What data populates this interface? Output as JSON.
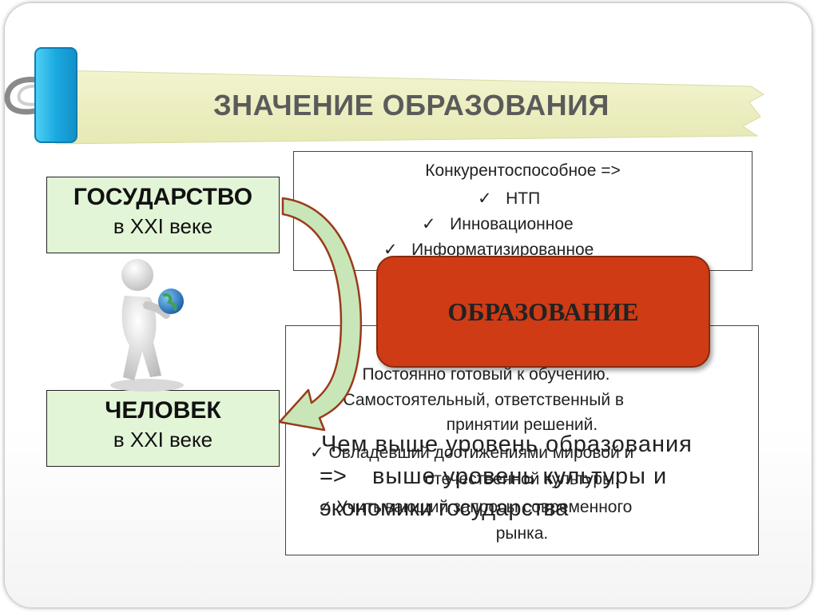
{
  "title": "ЗНАЧЕНИЕ ОБРАЗОВАНИЯ",
  "state_box": {
    "line1": "ГОСУДАРСТВО",
    "line2": "в XXI веке"
  },
  "person_box": {
    "line1": "ЧЕЛОВЕК",
    "line2": "в XXI веке"
  },
  "state_list": {
    "header": "Конкурентоспособное =>",
    "items": [
      "НТП",
      "Инновационное",
      "Информатизированное"
    ]
  },
  "center_label": "ОБРАЗОВАНИЕ",
  "person_list": {
    "items": [
      "Постоянно готовый к обучению.",
      "Самостоятельный, ответственный в",
      "принятии решений.",
      "Овладевший достижениями мировой и",
      "отечественной культуры.",
      "Учитывающий запросы современного",
      "рынка."
    ]
  },
  "overlay_text": {
    "line1": "Чем выше уровень образования",
    "line2a": "=>",
    "line2b": "выше уровень культуры и",
    "line3": "экономики государства"
  },
  "check_glyph": "✓",
  "colors": {
    "ribbon": "#eef0c3",
    "clip": "#1fb5e8",
    "green_box": "#e3f5d7",
    "center_box": "#cf3b15"
  },
  "icons": [
    "paper-clip-icon",
    "arrow-icon",
    "person-globe-icon"
  ]
}
